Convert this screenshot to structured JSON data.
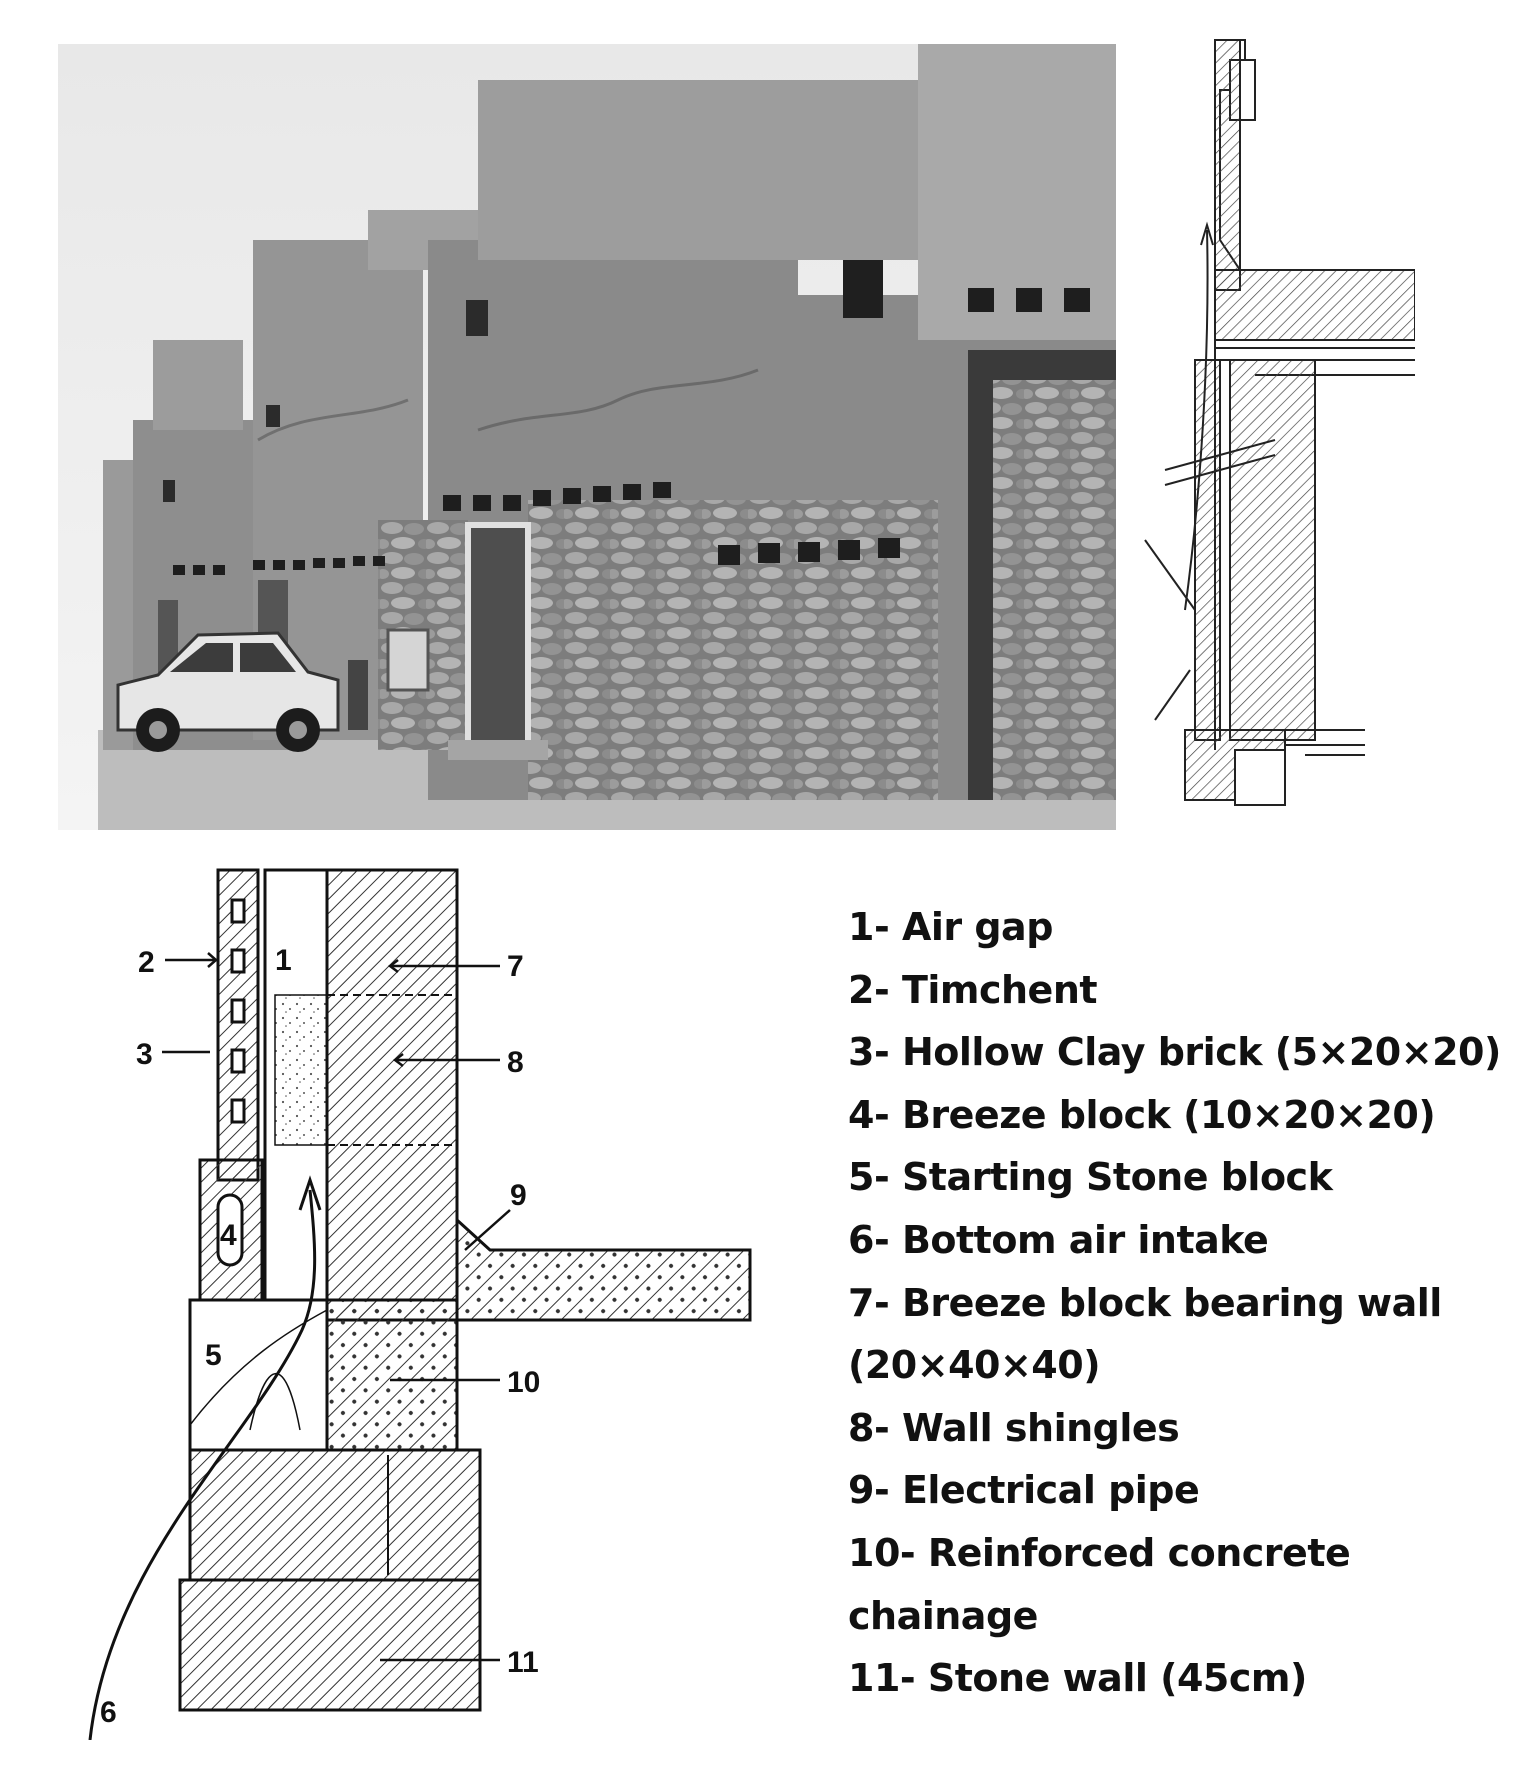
{
  "photo": {
    "description_icon": "building-photo"
  },
  "legend": [
    "1- Air gap",
    "2- Timchent",
    "3- Hollow Clay brick (5×20×20)",
    "4- Breeze block (10×20×20)",
    "5- Starting Stone block",
    "6- Bottom air intake",
    "7- Breeze block bearing wall",
    "(20×40×40)",
    "8- Wall shingles",
    "9- Electrical pipe",
    "10- Reinforced concrete",
    "chainage",
    "11- Stone wall (45cm)"
  ],
  "callouts": [
    "1",
    "2",
    "3",
    "4",
    "5",
    "6",
    "7",
    "8",
    "9",
    "10",
    "11"
  ]
}
